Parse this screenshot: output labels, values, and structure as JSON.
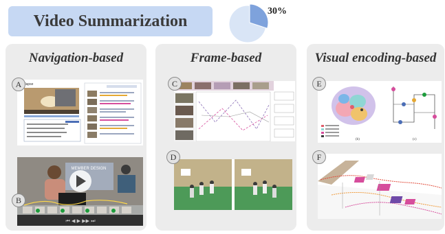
{
  "header": {
    "title": "Video Summarization",
    "pie_percent_label": "30%",
    "pie_fraction": 0.3,
    "pie_highlight_color": "#7ea2dc",
    "pie_base_color": "#d9e5f6"
  },
  "panels": [
    {
      "title": "Navigation-based",
      "items": [
        {
          "letter": "A"
        },
        {
          "letter": "B"
        }
      ]
    },
    {
      "title": "Frame-based",
      "items": [
        {
          "letter": "C"
        },
        {
          "letter": "D"
        }
      ]
    },
    {
      "title": "Visual encoding-based",
      "items": [
        {
          "letter": "E"
        },
        {
          "letter": "F"
        }
      ]
    }
  ],
  "colors": {
    "title_box": "#c6d8f3",
    "panel_bg": "#ececec"
  }
}
